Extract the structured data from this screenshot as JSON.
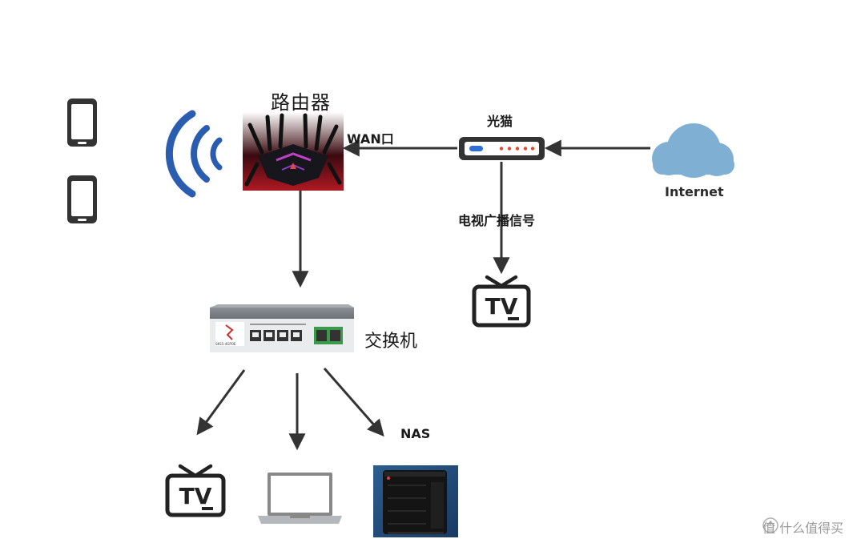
{
  "labels": {
    "router": "路由器",
    "wan_port": "WAN口",
    "modem": "光猫",
    "internet": "Internet",
    "tv_signal": "电视广播信号",
    "switch": "交换机",
    "nas": "NAS",
    "watermark": "值 什么值得买"
  },
  "icons": [
    "phone-icon",
    "wifi-icon",
    "router-image",
    "modem-icon",
    "cloud-icon",
    "tv-icon",
    "switch-image",
    "laptop-icon",
    "nas-image"
  ],
  "colors": {
    "arrow": "#333333",
    "wifi": "#2a5db0",
    "cloud": "#7fb0d3",
    "modem_accent": "#2f6fd6",
    "modem_leds": "#e2472b"
  }
}
